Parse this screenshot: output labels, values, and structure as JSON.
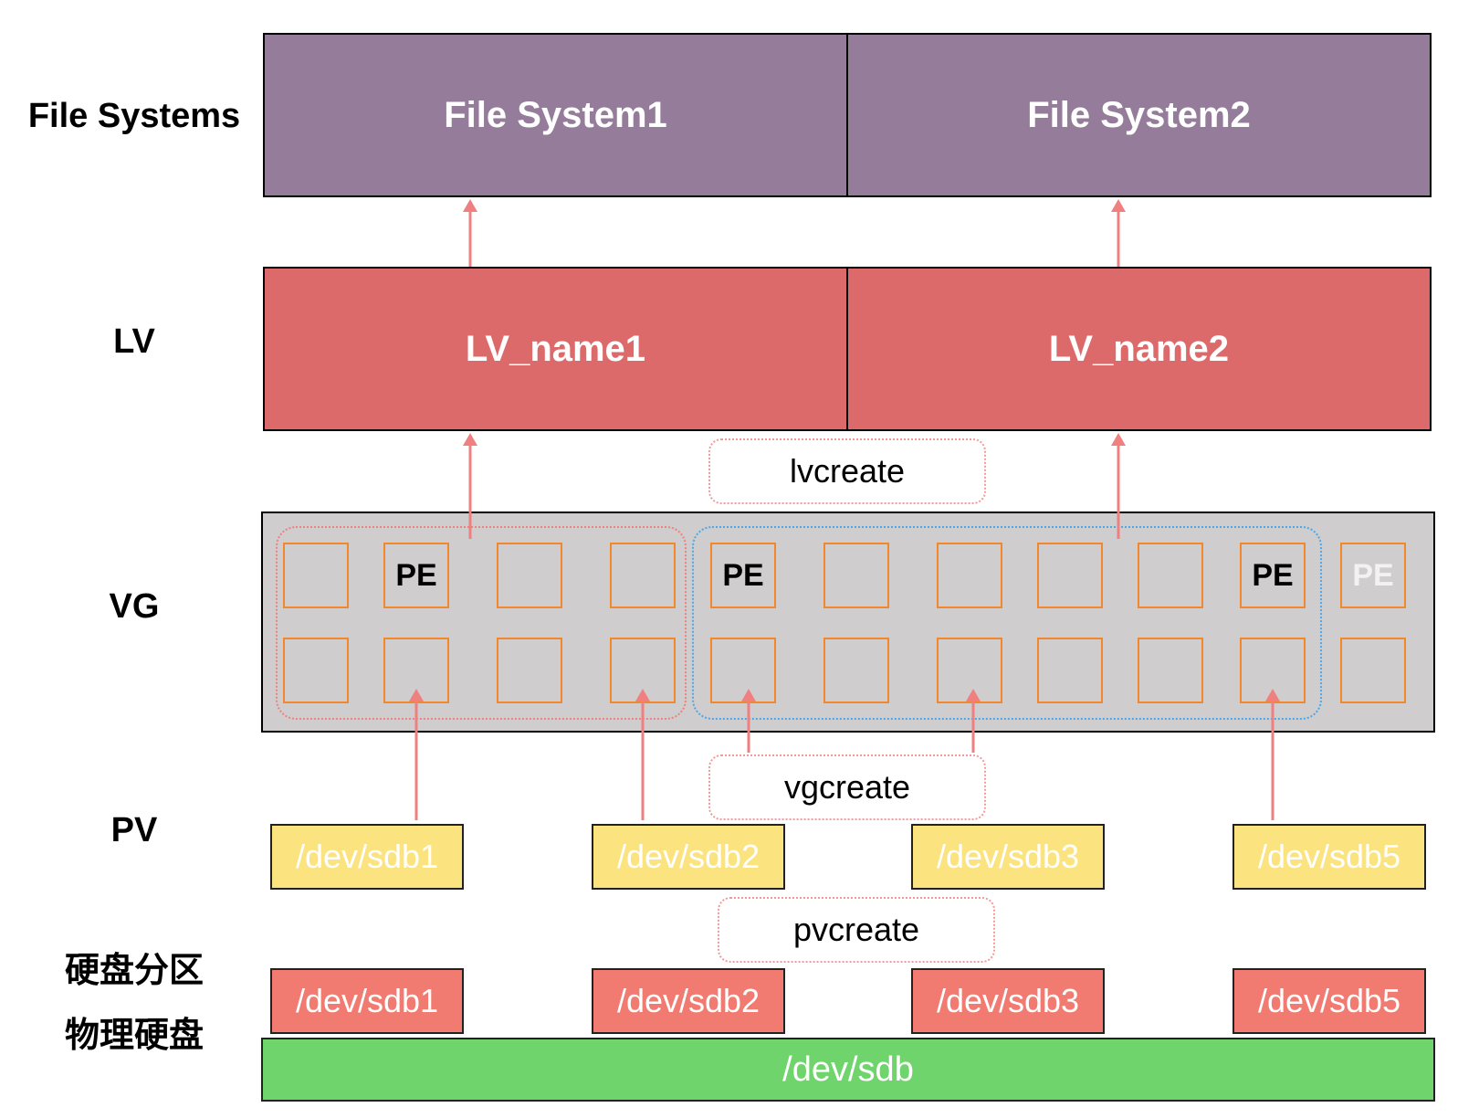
{
  "labels": {
    "file_systems": "File Systems",
    "lv": "LV",
    "vg": "VG",
    "pv": "PV",
    "partition": "硬盘分区",
    "physical_disk": "物理硬盘"
  },
  "file_systems": [
    "File System1",
    "File System2"
  ],
  "logical_volumes": [
    "LV_name1",
    "LV_name2"
  ],
  "commands": {
    "lvcreate": "lvcreate",
    "vgcreate": "vgcreate",
    "pvcreate": "pvcreate"
  },
  "pe_label": "PE",
  "physical_volumes": [
    "/dev/sdb1",
    "/dev/sdb2",
    "/dev/sdb3",
    "/dev/sdb5"
  ],
  "partitions": [
    "/dev/sdb1",
    "/dev/sdb2",
    "/dev/sdb3",
    "/dev/sdb5"
  ],
  "disk": "/dev/sdb",
  "colors": {
    "file_system": "#957c9a",
    "lv": "#dc6a6a",
    "vg": "#cfcdce",
    "pe_border": "#f2872b",
    "pv": "#fbe37f",
    "partition": "#f17a71",
    "disk": "#6fd46b",
    "arrow": "#f08080",
    "group_lv1": "#f08080",
    "group_lv2": "#4aa8e6"
  }
}
